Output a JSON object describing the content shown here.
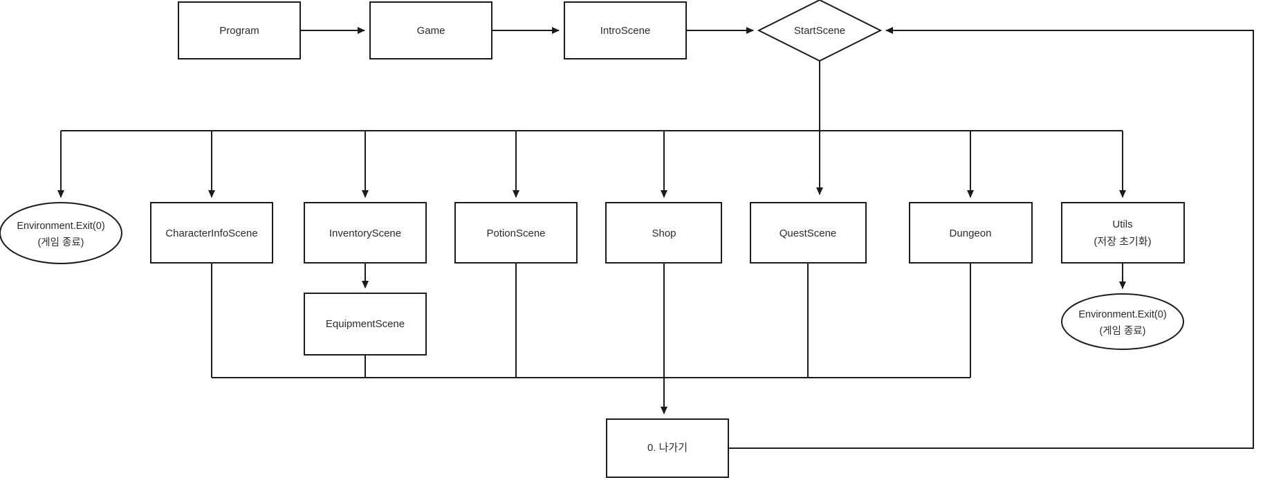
{
  "diagram": {
    "title": "Game scene flow chart",
    "colors": {
      "stroke": "#1a1a1a",
      "fill": "#ffffff",
      "text": "#2b2b2b",
      "background": "#ffffff"
    },
    "nodes": {
      "program": {
        "label": "Program",
        "shape": "rectangle"
      },
      "game": {
        "label": "Game",
        "shape": "rectangle"
      },
      "intro_scene": {
        "label": "IntroScene",
        "shape": "rectangle"
      },
      "start_scene": {
        "label": "StartScene",
        "shape": "diamond"
      },
      "exit_left_l1": {
        "label": "Environment.Exit(0)",
        "shape": "ellipse"
      },
      "exit_left_l2": {
        "label": "(게임 종료)",
        "shape": "ellipse"
      },
      "character_info": {
        "label": "CharacterInfoScene",
        "shape": "rectangle"
      },
      "inventory": {
        "label": "InventoryScene",
        "shape": "rectangle"
      },
      "potion": {
        "label": "PotionScene",
        "shape": "rectangle"
      },
      "shop": {
        "label": "Shop",
        "shape": "rectangle"
      },
      "quest": {
        "label": "QuestScene",
        "shape": "rectangle"
      },
      "dungeon": {
        "label": "Dungeon",
        "shape": "rectangle"
      },
      "utils_l1": {
        "label": "Utils",
        "shape": "rectangle"
      },
      "utils_l2": {
        "label": "(저장 초기화)",
        "shape": "rectangle"
      },
      "equipment": {
        "label": "EquipmentScene",
        "shape": "rectangle"
      },
      "exit_right_l1": {
        "label": "Environment.Exit(0)",
        "shape": "ellipse"
      },
      "exit_right_l2": {
        "label": "(게임 종료)",
        "shape": "ellipse"
      },
      "exit_menu": {
        "label": "0. 나가기",
        "shape": "rectangle"
      }
    }
  }
}
